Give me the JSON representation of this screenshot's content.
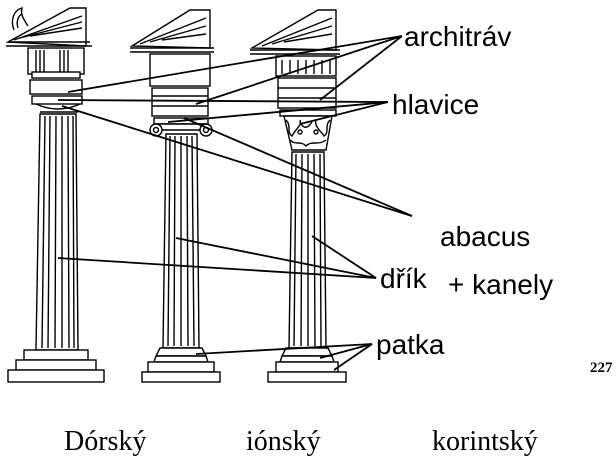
{
  "labels": {
    "architrave": "architráv",
    "capital": "hlavice",
    "abacus": "abacus",
    "shaft": "dřík",
    "fluting": "+ kanely",
    "base": "patka"
  },
  "page_number": "227",
  "orders": {
    "doric": "Dórský",
    "ionic": "iónský",
    "corinthian": "korintský"
  }
}
